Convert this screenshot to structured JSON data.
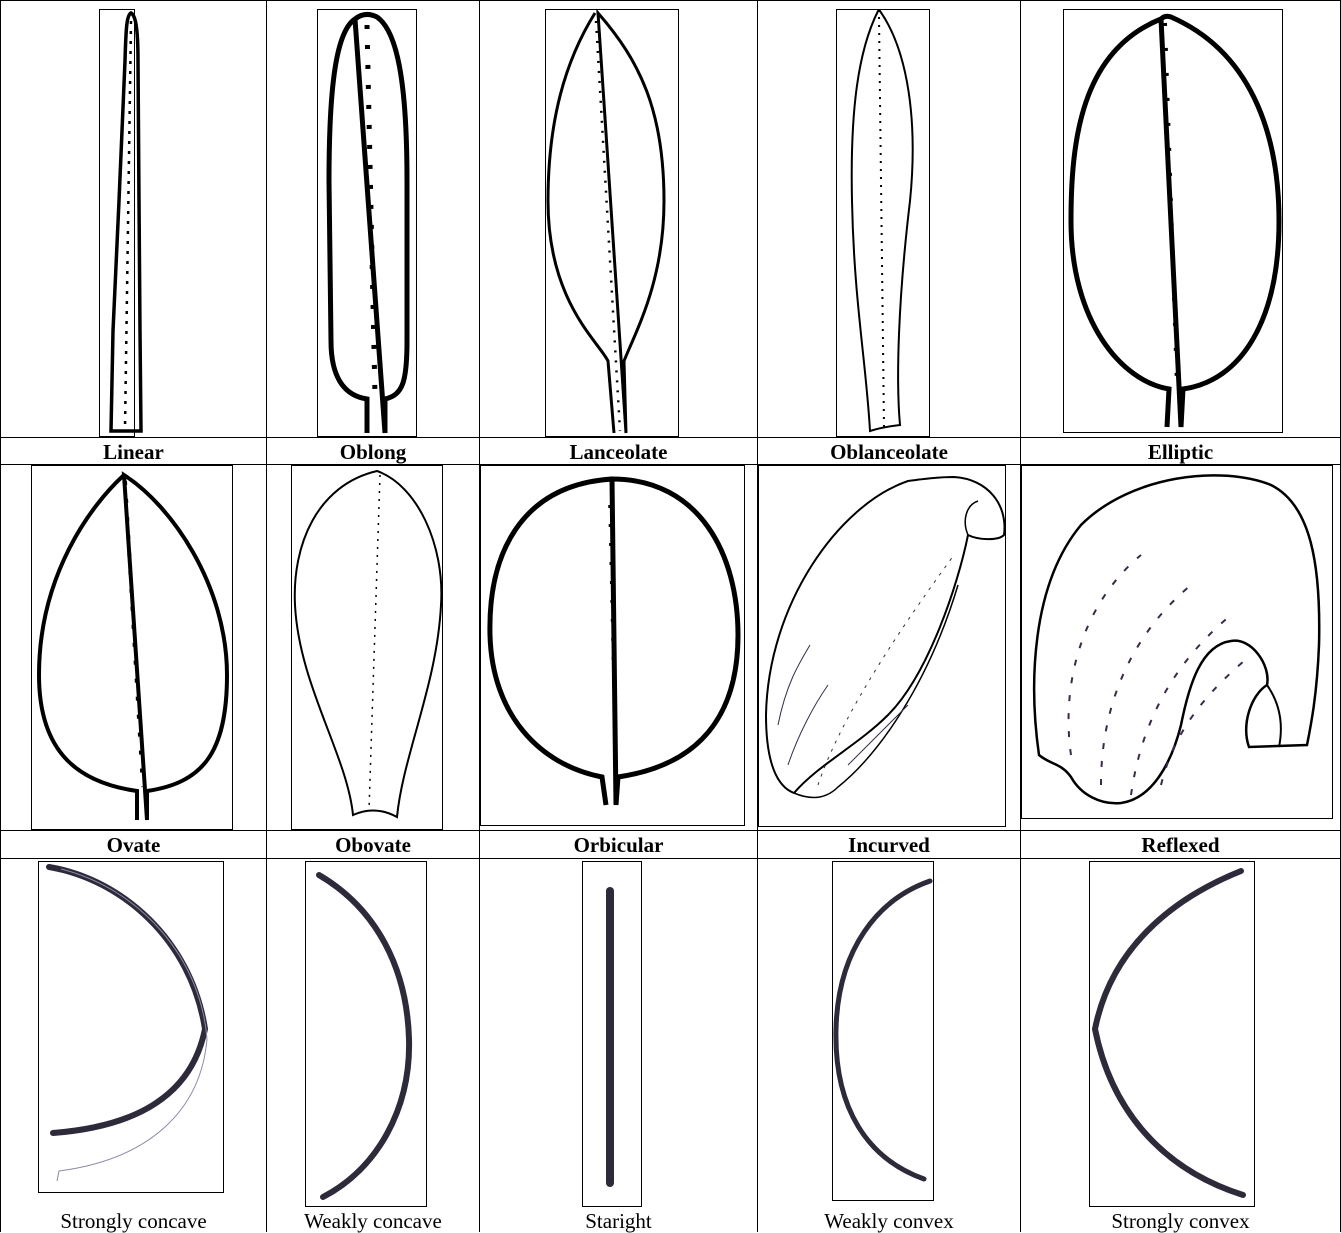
{
  "colors": {
    "outline": "#000000",
    "ink": "#2e2a3a"
  },
  "rows": [
    {
      "bold": true,
      "cells": [
        {
          "label": "Linear",
          "icon": "linear-leaf"
        },
        {
          "label": "Oblong",
          "icon": "oblong-leaf"
        },
        {
          "label": "Lanceolate",
          "icon": "lanceolate-leaf"
        },
        {
          "label": "Oblanceolate",
          "icon": "oblanceolate-leaf"
        },
        {
          "label": "Elliptic",
          "icon": "elliptic-leaf"
        }
      ]
    },
    {
      "bold": true,
      "cells": [
        {
          "label": "Ovate",
          "icon": "ovate-leaf"
        },
        {
          "label": "Obovate",
          "icon": "obovate-leaf"
        },
        {
          "label": "Orbicular",
          "icon": "orbicular-leaf"
        },
        {
          "label": "Incurved",
          "icon": "incurved-leaf"
        },
        {
          "label": "Reflexed",
          "icon": "reflexed-leaf"
        }
      ]
    },
    {
      "bold": false,
      "cells": [
        {
          "label": "Strongly concave",
          "icon": "strongly-concave-curve"
        },
        {
          "label": "Weakly concave",
          "icon": "weakly-concave-curve"
        },
        {
          "label": "Staright",
          "icon": "straight-line"
        },
        {
          "label": "Weakly convex",
          "icon": "weakly-convex-curve"
        },
        {
          "label": "Strongly convex",
          "icon": "strongly-convex-curve"
        }
      ]
    }
  ]
}
